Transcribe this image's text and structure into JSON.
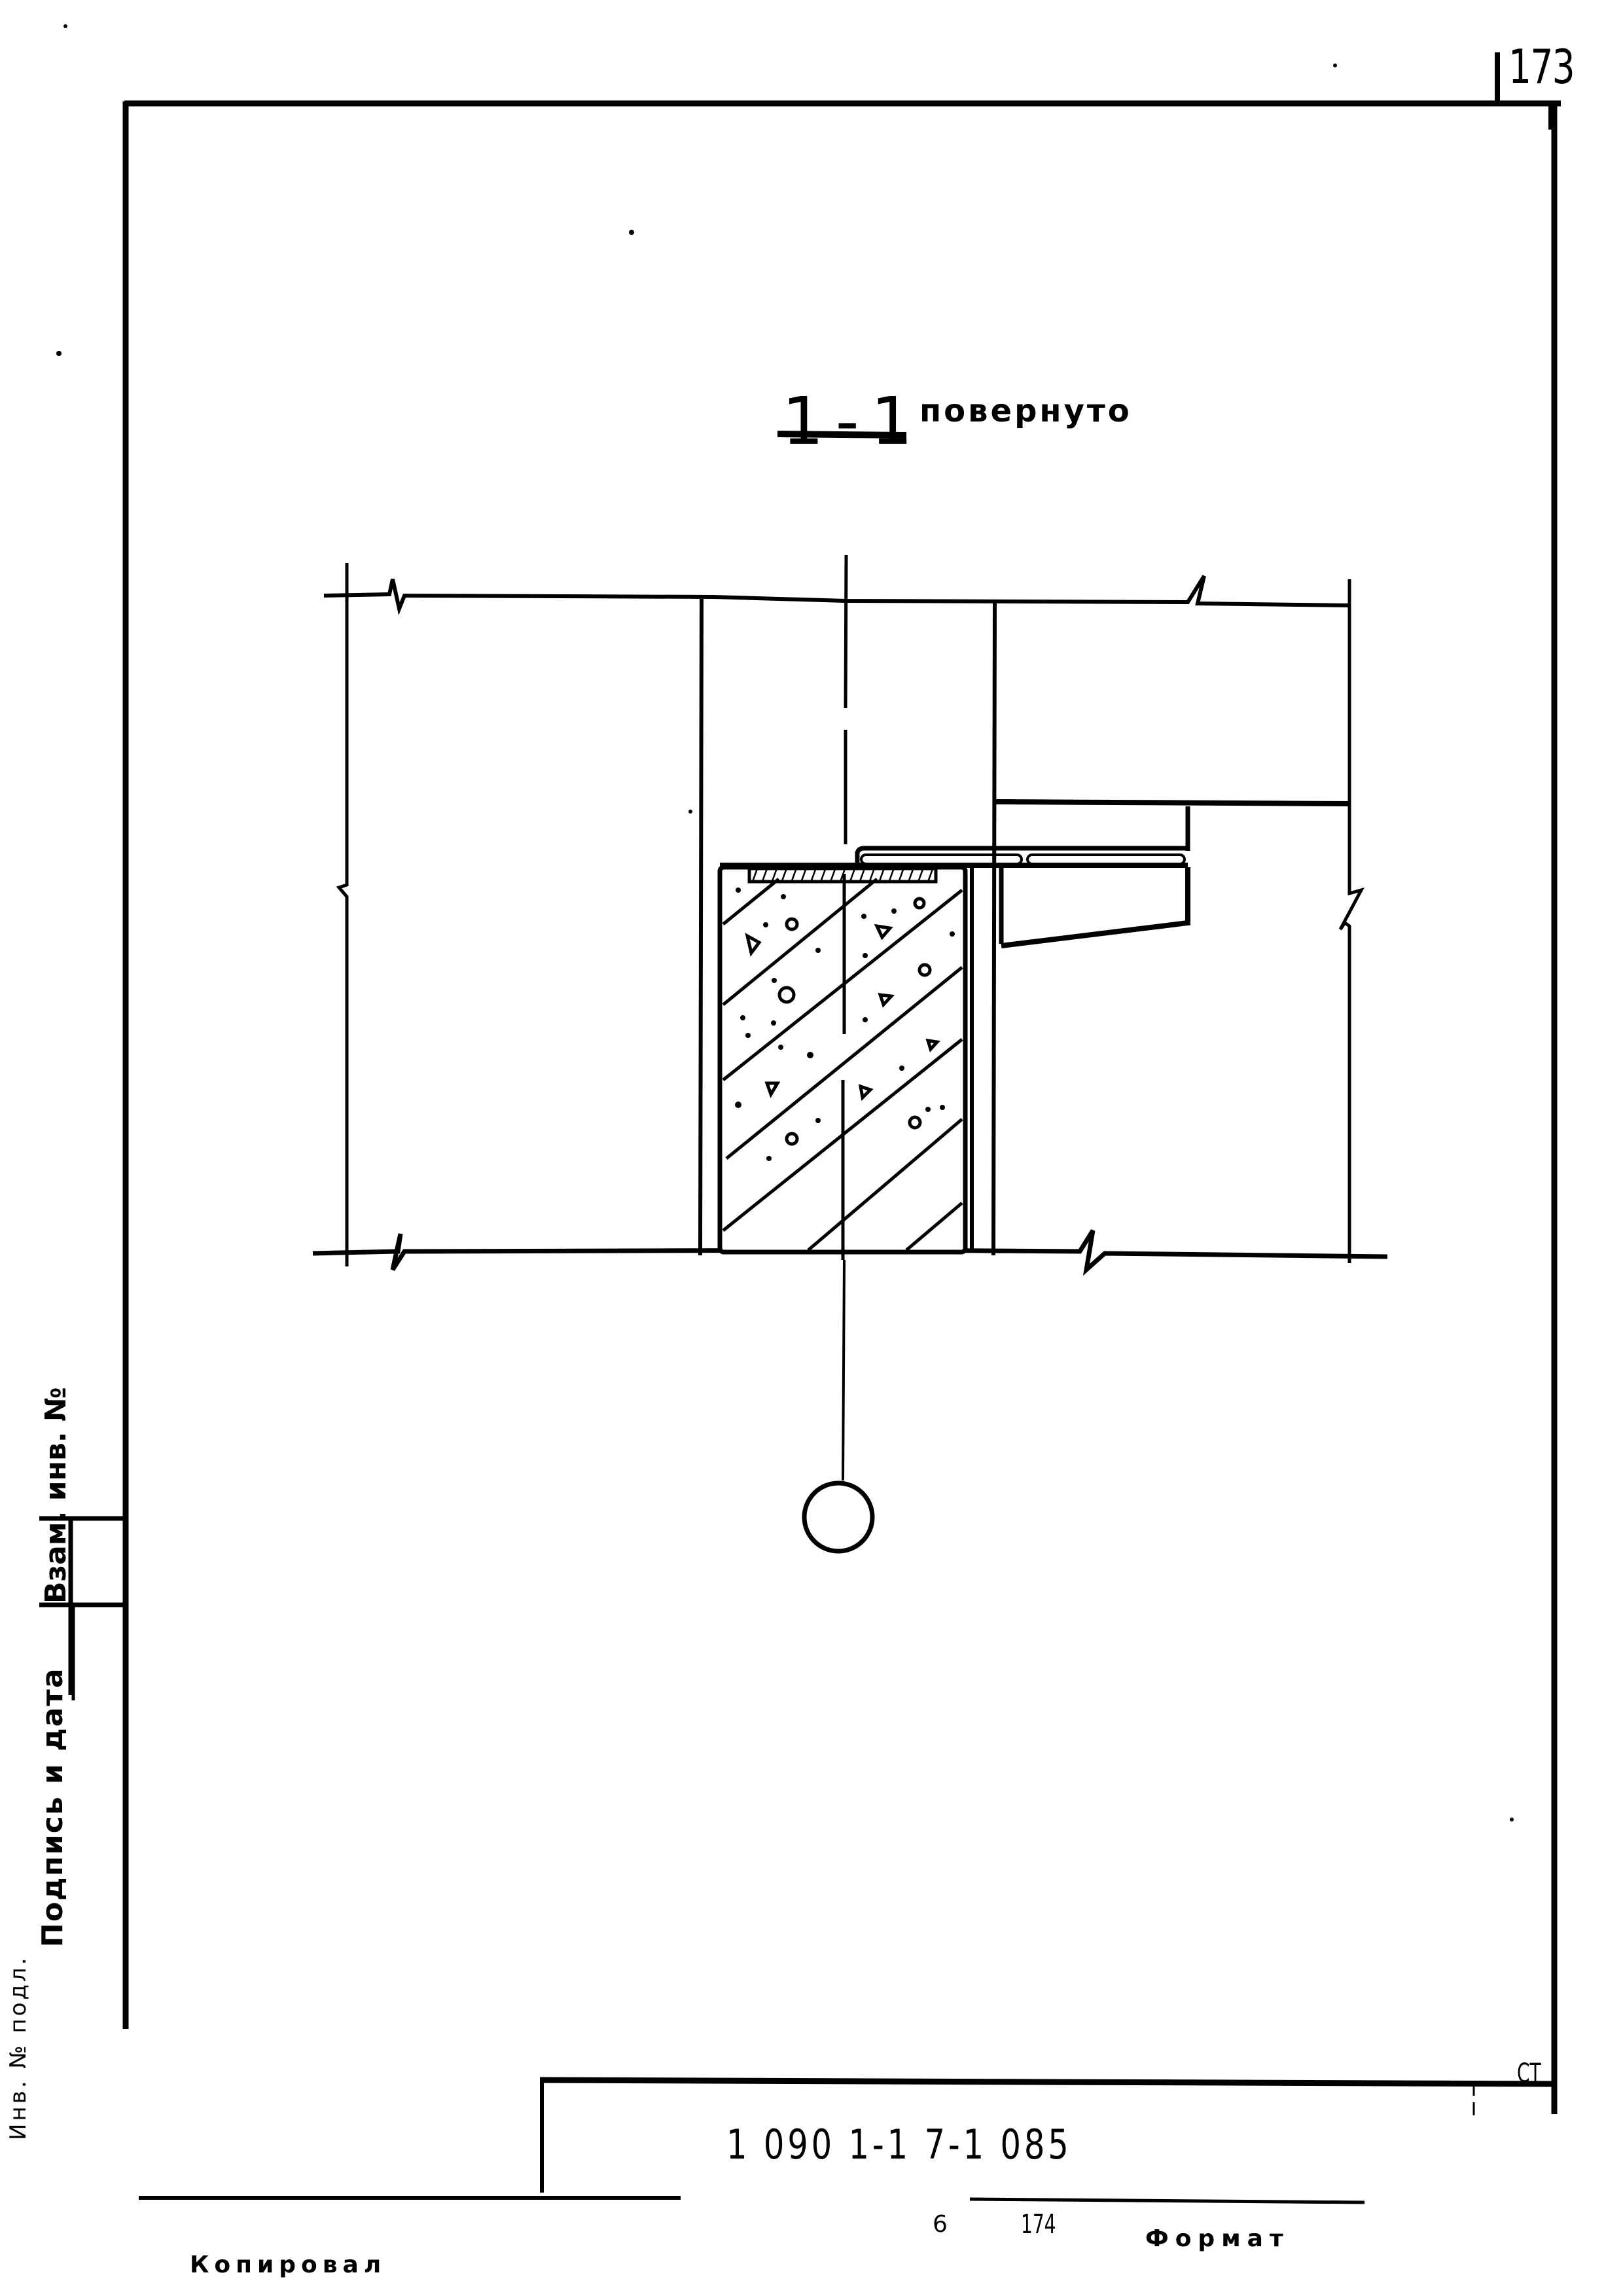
{
  "page": {
    "page_number": "173",
    "background": "#ffffff",
    "ink_color": "#000000"
  },
  "section": {
    "mark": "1-1",
    "label": "повернуто"
  },
  "drawing": {
    "elements": [
      "break-line-top",
      "break-line-bottom",
      "left-extent-line",
      "right-extent-line",
      "wall-outer-left",
      "wall-outer-right",
      "concrete-block-hatched",
      "slab-plate-top",
      "bearing-pad-hatched",
      "cantilever-bracket",
      "axis-centerline",
      "axis-marker-circle"
    ],
    "axis_marker": ""
  },
  "side_stamp": {
    "fields": [
      "Взам. инв. №",
      "Подпись и дата",
      "Инв. № подл."
    ],
    "inv_label": "Подпись и дата",
    "replace_label": "Взам. инв. №",
    "orig_label": "Инв. № подл."
  },
  "title_block": {
    "document_code": "1 090 1-1 7-1 085",
    "sheet_label": "СТ",
    "sheet_number": ""
  },
  "footer": {
    "copied_label": "Копировал",
    "num_left": "6",
    "num_right": "174",
    "format_label": "Формат"
  }
}
